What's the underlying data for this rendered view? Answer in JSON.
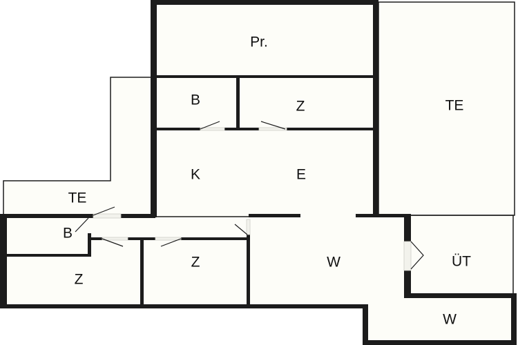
{
  "plan": {
    "rooms": [
      {
        "id": "pr",
        "label": "Pr."
      },
      {
        "id": "b-top",
        "label": "B"
      },
      {
        "id": "z-top",
        "label": "Z"
      },
      {
        "id": "te-right",
        "label": "TE"
      },
      {
        "id": "k",
        "label": "K"
      },
      {
        "id": "e",
        "label": "E"
      },
      {
        "id": "te-left",
        "label": "TE"
      },
      {
        "id": "b-left",
        "label": "B"
      },
      {
        "id": "z-mid",
        "label": "Z"
      },
      {
        "id": "w-main",
        "label": "W"
      },
      {
        "id": "ut",
        "label": "ÜT"
      },
      {
        "id": "z-left",
        "label": "Z"
      },
      {
        "id": "w-bottom",
        "label": "W"
      }
    ]
  }
}
